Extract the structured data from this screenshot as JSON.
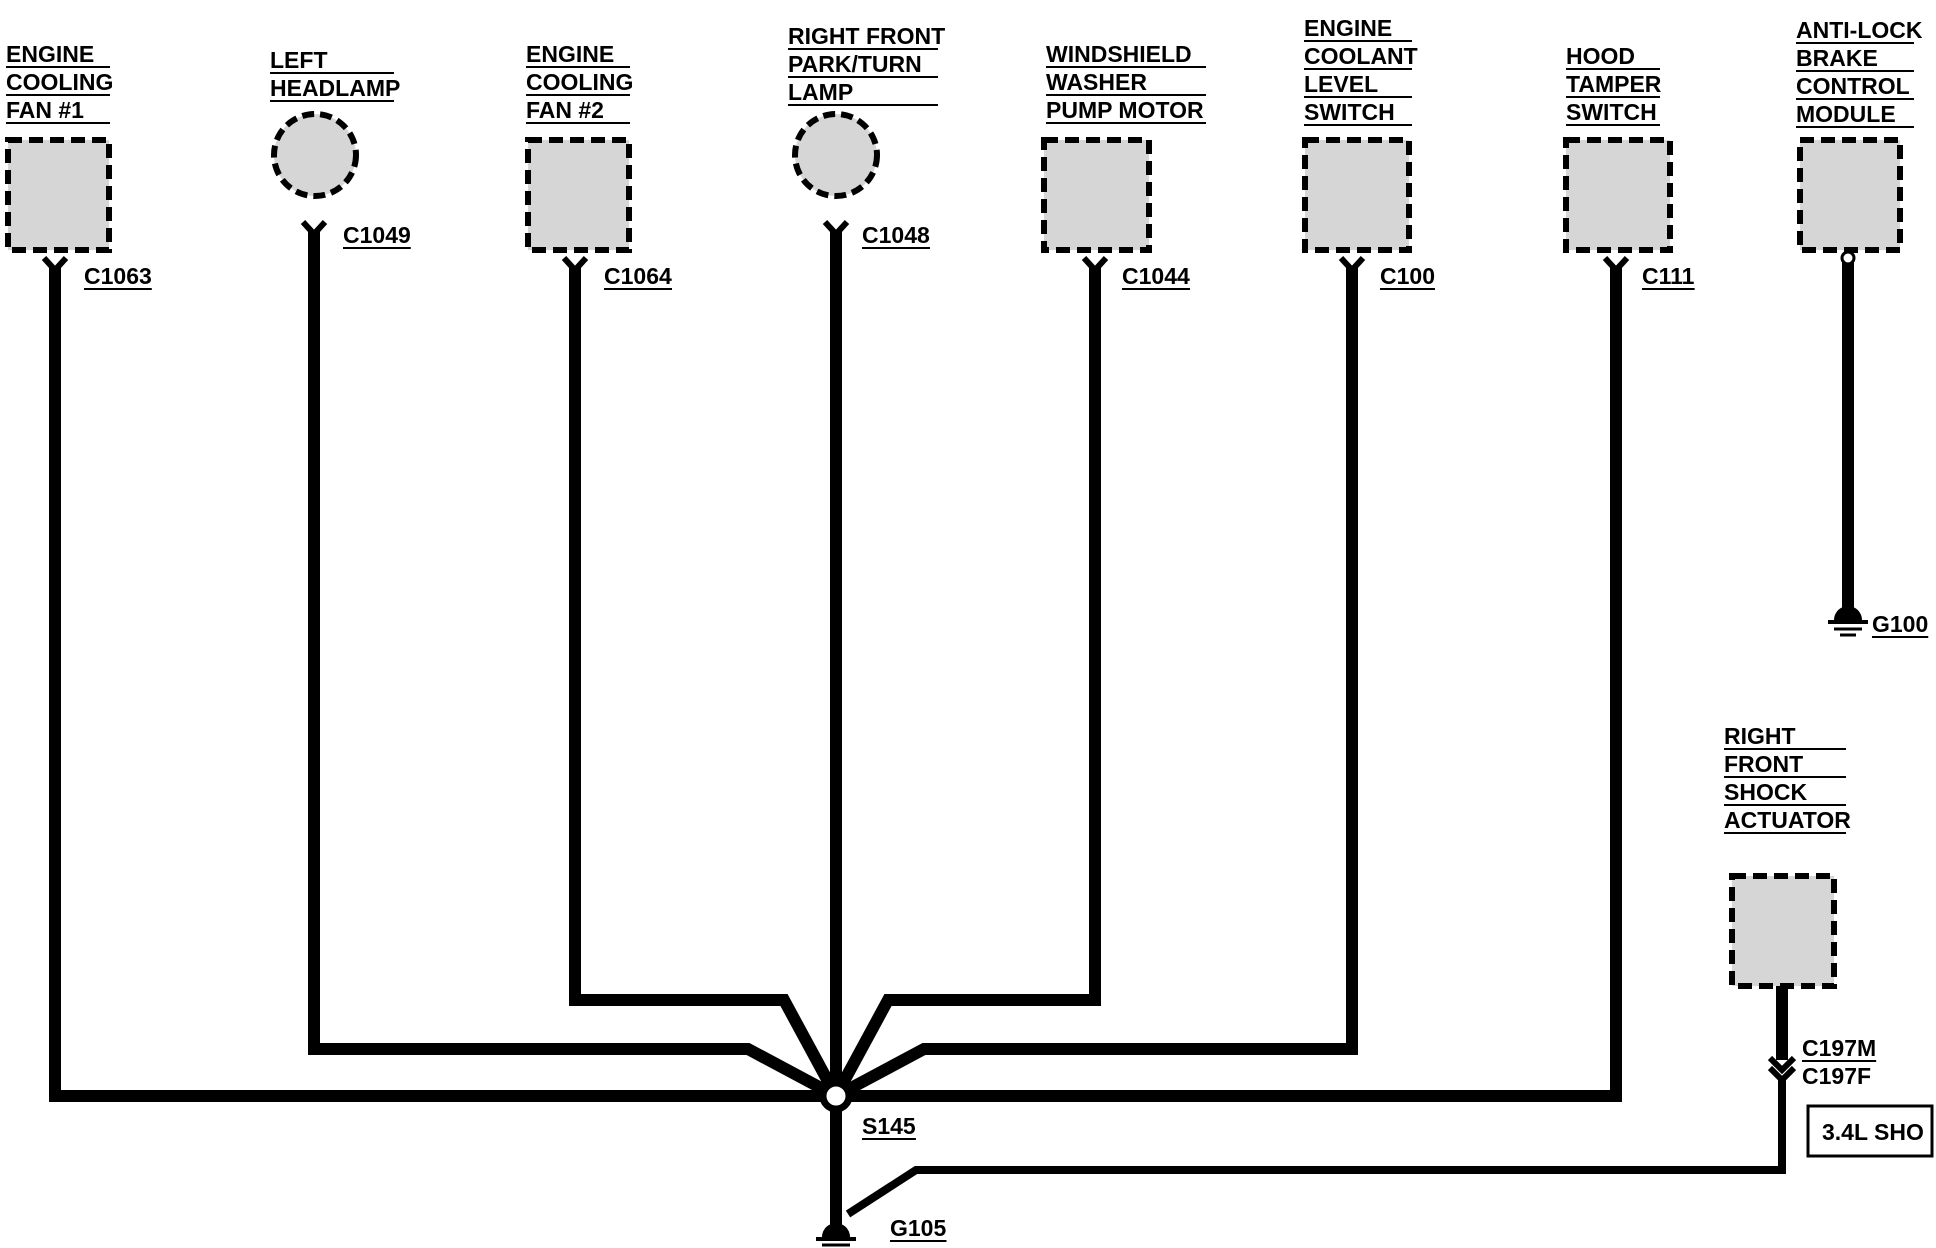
{
  "components": {
    "engine_cooling_fan_1": [
      "ENGINE",
      "COOLING",
      "FAN #1"
    ],
    "left_headlamp": [
      "LEFT",
      "HEADLAMP"
    ],
    "engine_cooling_fan_2": [
      "ENGINE",
      "COOLING",
      "FAN #2"
    ],
    "right_front_park_turn_lamp": [
      "RIGHT FRONT",
      "PARK/TURN",
      "LAMP"
    ],
    "windshield_washer_pump_motor": [
      "WINDSHIELD",
      "WASHER",
      "PUMP MOTOR"
    ],
    "engine_coolant_level_switch": [
      "ENGINE",
      "COOLANT",
      "LEVEL",
      "SWITCH"
    ],
    "hood_tamper_switch": [
      "HOOD",
      "TAMPER",
      "SWITCH"
    ],
    "anti_lock_brake_control_module": [
      "ANTI-LOCK",
      "BRAKE",
      "CONTROL",
      "MODULE"
    ],
    "right_front_shock_actuator": [
      "RIGHT",
      "FRONT",
      "SHOCK",
      "ACTUATOR"
    ]
  },
  "connectors": {
    "c1063": "C1063",
    "c1049": "C1049",
    "c1064": "C1064",
    "c1048": "C1048",
    "c1044": "C1044",
    "c100": "C100",
    "c111": "C111",
    "c197m": "C197M",
    "c197f": "C197F"
  },
  "splice": "S145",
  "grounds": {
    "g100": "G100",
    "g105": "G105"
  },
  "option_note": "3.4L SHO"
}
